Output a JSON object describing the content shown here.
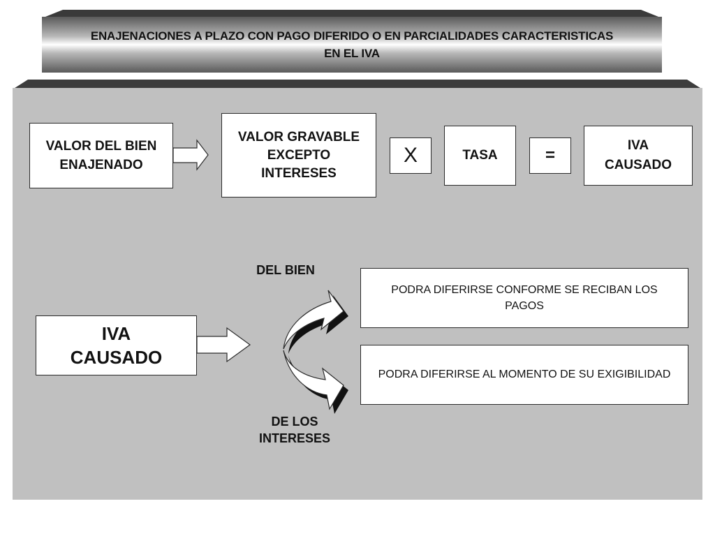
{
  "title": {
    "line1": "ENAJENACIONES A PLAZO CON PAGO DIFERIDO O EN PARCIALIDADES CARACTERISTICAS",
    "line2": "EN EL IVA"
  },
  "formula": {
    "valor_bien": [
      "VALOR DEL BIEN",
      "ENAJENADO"
    ],
    "valor_gravable": [
      "VALOR GRAVABLE",
      "EXCEPTO",
      "INTERESES"
    ],
    "multiply": "X",
    "tasa": "TASA",
    "equals": "=",
    "iva_causado": [
      "IVA",
      "CAUSADO"
    ]
  },
  "split": {
    "iva_causado": [
      "IVA",
      "CAUSADO"
    ],
    "branch_top_label": "DEL BIEN",
    "branch_bottom_label": [
      "DE LOS",
      "INTERESES"
    ],
    "option_top": [
      "PODRA DIFERIRSE CONFORME SE RECIBAN LOS",
      "PAGOS"
    ],
    "option_bottom": "PODRA DIFERIRSE AL MOMENTO DE SU EXIGIBILIDAD"
  },
  "colors": {
    "panel": "#c0c0c0",
    "box_fill": "#ffffff",
    "border": "#2a2a2a"
  }
}
